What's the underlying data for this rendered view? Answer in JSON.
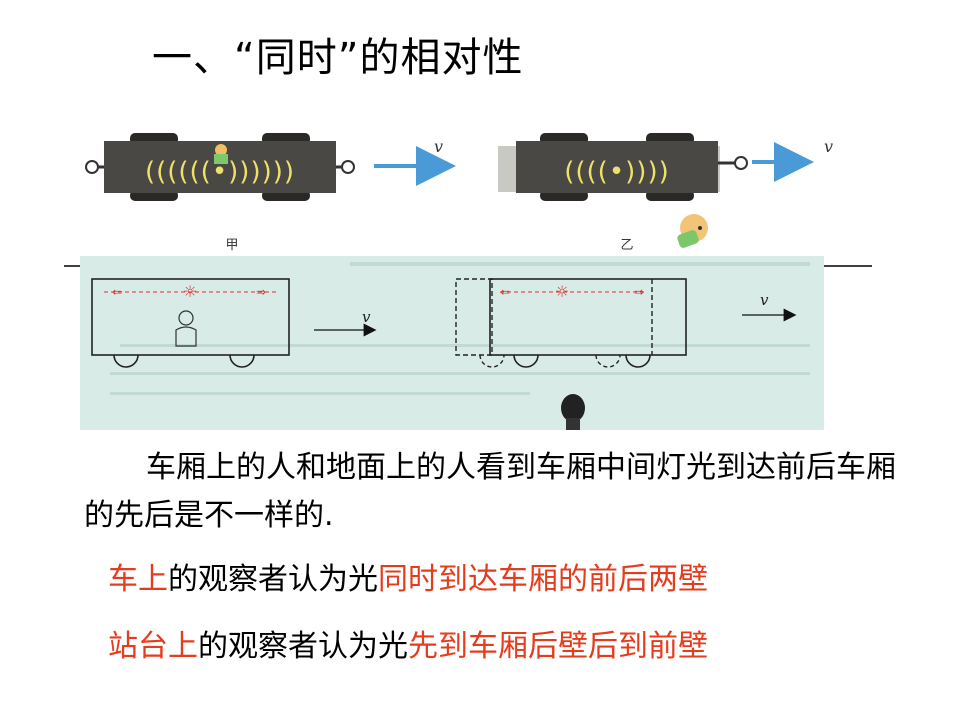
{
  "slide": {
    "title": "一、“同时”的相对性",
    "fig_label_jia": "甲",
    "fig_label_yi": "乙",
    "velocity_symbol": "v",
    "paragraph": "车厢上的人和地面上的人看到车厢中间灯光到达前后车厢的先后是不一样的.",
    "observer_car": {
      "part1": "车上",
      "part2": "的观察者认为光",
      "part3": "同时到达车厢的前后两壁"
    },
    "observer_platform": {
      "part1": "站台上",
      "part2": "的观察者认为光",
      "part3": "先到车厢后壁后到前壁"
    }
  },
  "colors": {
    "highlight": "#e63c1e",
    "arrow": "#4a9ad8",
    "train_body": "#4a4845",
    "scan_bg": "#d8ebe6"
  }
}
